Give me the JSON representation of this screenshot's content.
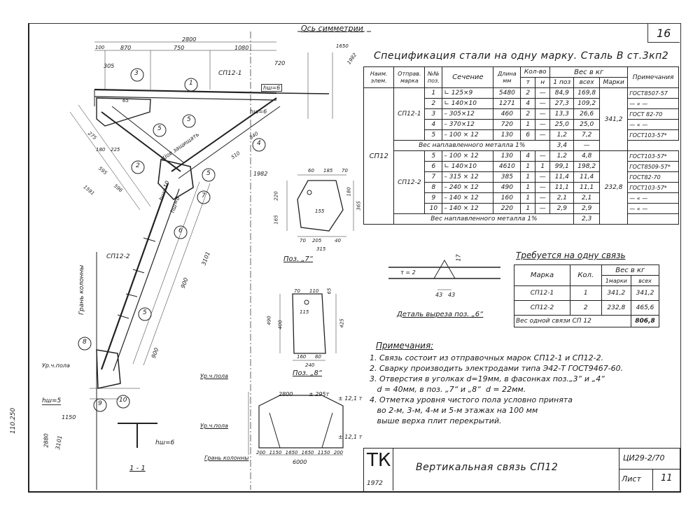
{
  "sheet": {
    "number_top": "16",
    "axis_label": "Ось симметрии",
    "left_margin_code": "110.250"
  },
  "spec": {
    "title": "Спецификация стали на одну марку. Сталь В ст.3кп2",
    "headers": {
      "elem": "Наим. элем.",
      "mark": "Отправ. марка",
      "pos": "№№ поз.",
      "section": "Сечение",
      "length": "Длина мм",
      "qty": "Кол-во",
      "qty_t": "т",
      "qty_n": "н",
      "weight": "Вес в кг",
      "w_one": "1 поз",
      "w_all": "всех",
      "w_mark": "Марки",
      "note": "Примечания"
    },
    "elem_name": "СП12",
    "groups": [
      {
        "mark": "СП12-1",
        "mark_weight": "341,2",
        "rows": [
          {
            "pos": "1",
            "sec": "∟ 125×9",
            "len": "5480",
            "t": "2",
            "n": "—",
            "w1": "84,9",
            "wa": "169,8",
            "note": "ГОСТ8507-57"
          },
          {
            "pos": "2",
            "sec": "∟ 140×10",
            "len": "1271",
            "t": "4",
            "n": "—",
            "w1": "27,3",
            "wa": "109,2",
            "note": "— « —"
          },
          {
            "pos": "3",
            "sec": "– 305×12",
            "len": "460",
            "t": "2",
            "n": "—",
            "w1": "13,3",
            "wa": "26,6",
            "note": "ГОСТ 82-70"
          },
          {
            "pos": "4",
            "sec": "– 370×12",
            "len": "720",
            "t": "1",
            "n": "—",
            "w1": "25,0",
            "wa": "25,0",
            "note": "— « —"
          },
          {
            "pos": "5",
            "sec": "– 100 × 12",
            "len": "130",
            "t": "6",
            "n": "—",
            "w1": "1,2",
            "wa": "7,2",
            "note": "ГОСТ103-57*"
          }
        ],
        "weld_label": "Вес наплавленного металла 1%",
        "weld_value": "3,4",
        "weld_note": "—"
      },
      {
        "mark": "СП12-2",
        "mark_weight": "232,8",
        "rows": [
          {
            "pos": "5",
            "sec": "– 100 × 12",
            "len": "130",
            "t": "4",
            "n": "—",
            "w1": "1,2",
            "wa": "4,8",
            "note": "ГОСТ103-57*"
          },
          {
            "pos": "6",
            "sec": "∟ 140×10",
            "len": "4610",
            "t": "1",
            "n": "1",
            "w1": "99,1",
            "wa": "198,2",
            "note": "ГОСТ8509-57*"
          },
          {
            "pos": "7",
            "sec": "– 315 × 12",
            "len": "385",
            "t": "1",
            "n": "—",
            "w1": "11,4",
            "wa": "11,4",
            "note": "ГОСТ82-70"
          },
          {
            "pos": "8",
            "sec": "– 240 × 12",
            "len": "490",
            "t": "1",
            "n": "—",
            "w1": "11,1",
            "wa": "11,1",
            "note": "ГОСТ103-57*"
          },
          {
            "pos": "9",
            "sec": "– 140 × 12",
            "len": "160",
            "t": "1",
            "n": "—",
            "w1": "2,1",
            "wa": "2,1",
            "note": "— « —"
          },
          {
            "pos": "10",
            "sec": "– 140 × 12",
            "len": "220",
            "t": "1",
            "n": "—",
            "w1": "2,9",
            "wa": "2,9",
            "note": "— « —"
          }
        ],
        "weld_label": "Вес наплавленного металла 1%",
        "weld_value": "2,3"
      }
    ]
  },
  "link": {
    "title": "Требуется на одну связь",
    "h_mark": "Марка",
    "h_qty": "Кол.",
    "h_weight": "Вес в кг",
    "h_one": "1марки",
    "h_all": "всех",
    "rows": [
      {
        "mark": "СП12-1",
        "qty": "1",
        "one": "341,2",
        "all": "341,2"
      },
      {
        "mark": "СП12-2",
        "qty": "2",
        "one": "232,8",
        "all": "465,6"
      }
    ],
    "total_label": "Вес одной связи СП 12",
    "total_value": "806,8"
  },
  "detail": {
    "cut_label": "Деталь выреза поз. „6“",
    "tau": "τ = 2",
    "dim_a": "43",
    "dim_b": "43",
    "dim_h": "17",
    "pos7": "Поз. „7“",
    "pos8": "Поз. „8“",
    "section_1_1": "1 - 1"
  },
  "notes": {
    "title": "Примечания:",
    "items": [
      "1. Связь состоит из отправочных марок СП12-1 и СП12-2.",
      "2. Сварку производить электродами типа Э42-Т ГОСТ9467-60.",
      "3. Отверстия в уголках d=19мм, в фасонках поз.„3“ и „4“",
      "   d = 40мм, в поз. „7“ и „8“  d = 22мм.",
      "4. Отметка уровня чистого пола условно принята",
      "   во 2-м, 3-м, 4-м и 5-м этажах на 100 мм",
      "   выше верха плит перекрытий."
    ]
  },
  "drawing_labels": {
    "top_len": "2800",
    "d100": "100",
    "d870": "870",
    "d750": "750",
    "d1080": "1080",
    "d720": "720",
    "d1650": "1650",
    "d1982": "1982",
    "sp12_1": "СП12-1",
    "sp12_2": "СП12-2",
    "hw6a": "hш=6",
    "hw6b": "hш=6",
    "hw8": "hш=8",
    "hw10": "hш=10",
    "hw5": "hш=5",
    "column_face": "Грань колонны",
    "floor": "Ур.ч.пола",
    "d900a": "900",
    "d900b": "900",
    "d3101": "3101",
    "d2880": "2880",
    "d1150": "1150",
    "d6000": "6000",
    "d2800b": "2800",
    "d295": "± 295т",
    "d121": "± 12,1 т",
    "weld_seam": "Шов защищать",
    "d595": "595",
    "d596": "596",
    "d1591": "1591",
    "d275": "275",
    "d180": "180",
    "d225": "225",
    "d510": "510",
    "d340": "340",
    "d305": "305",
    "d65": "65",
    "bottom_dims": "200 1150 1650 1650 1150 200",
    "p7_dims": [
      "60",
      "185",
      "70",
      "220",
      "155",
      "365",
      "180",
      "165",
      "70",
      "205",
      "40",
      "315"
    ],
    "p8_dims": [
      "70",
      "110",
      "65",
      "490",
      "115",
      "425",
      "400",
      "160",
      "80",
      "240"
    ],
    "callouts": [
      "1",
      "2",
      "3",
      "4",
      "5",
      "5",
      "5",
      "5",
      "6",
      "7",
      "8",
      "9",
      "10"
    ]
  },
  "stamp": {
    "org": "ТК",
    "year": "1972",
    "title": "Вертикальная связь СП12",
    "code": "ЦИ29-2/70",
    "sheet_label": "Лист",
    "sheet_no": "11"
  }
}
